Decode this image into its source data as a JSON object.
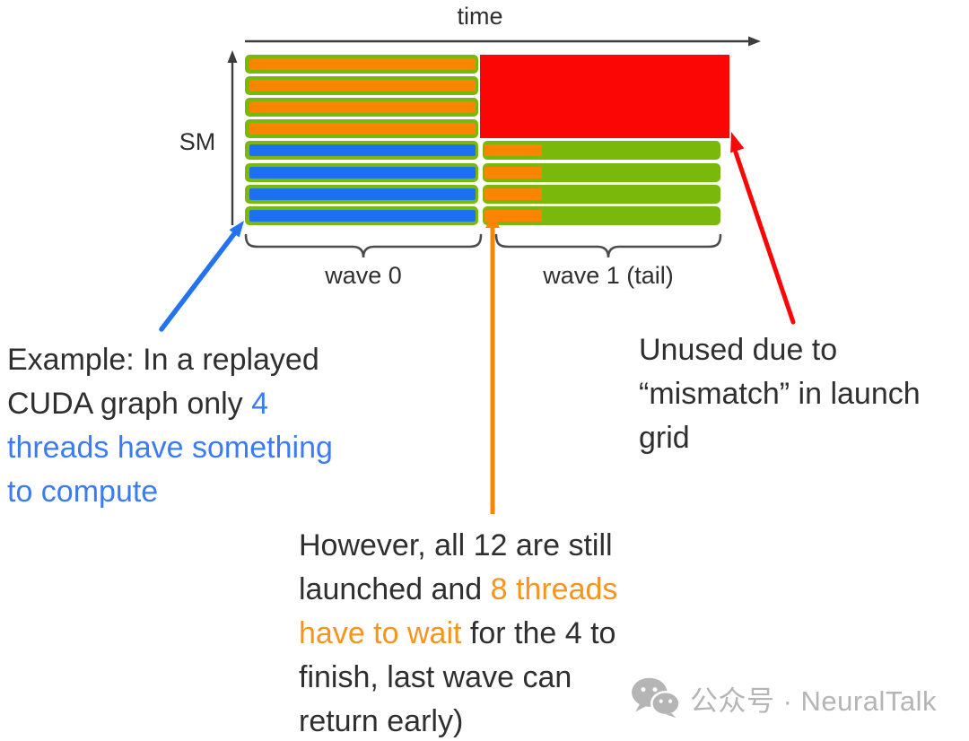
{
  "diagram": {
    "time_axis_label": "time",
    "sm_axis_label": "SM",
    "wave0_label": "wave 0",
    "wave1_label": "wave 1 (tail)",
    "colors": {
      "green": "#7ab90c",
      "orange": "#f98502",
      "blue": "#1d71f0",
      "red": "#fb0505",
      "arrow_blue": "#2373f0",
      "text_dark": "#2f2f2f",
      "text_blue": "#3b7cf2",
      "text_orange": "#f7941d",
      "axis": "#3d3d3d",
      "brace": "#4b4b4b",
      "watermark": "#b5b5b5"
    },
    "sm_rows": [
      {
        "row": 1,
        "wave0_inner": "orange",
        "wave1_tail": false
      },
      {
        "row": 2,
        "wave0_inner": "orange",
        "wave1_tail": false
      },
      {
        "row": 3,
        "wave0_inner": "orange",
        "wave1_tail": false
      },
      {
        "row": 4,
        "wave0_inner": "orange",
        "wave1_tail": false
      },
      {
        "row": 5,
        "wave0_inner": "blue",
        "wave1_tail": true
      },
      {
        "row": 6,
        "wave0_inner": "blue",
        "wave1_tail": true
      },
      {
        "row": 7,
        "wave0_inner": "blue",
        "wave1_tail": true
      },
      {
        "row": 8,
        "wave0_inner": "blue",
        "wave1_tail": true
      }
    ]
  },
  "notes": {
    "example": {
      "lines": [
        [
          {
            "t": "Example: In a replayed",
            "c": "dark"
          }
        ],
        [
          {
            "t": "CUDA graph only ",
            "c": "dark"
          },
          {
            "t": "4",
            "c": "blue"
          }
        ],
        [
          {
            "t": "threads have something",
            "c": "blue"
          }
        ],
        [
          {
            "t": "to compute",
            "c": "blue"
          }
        ]
      ]
    },
    "however": {
      "lines": [
        [
          {
            "t": "However, all 12 are still",
            "c": "dark"
          }
        ],
        [
          {
            "t": "launched and ",
            "c": "dark"
          },
          {
            "t": "8 threads",
            "c": "orange"
          }
        ],
        [
          {
            "t": "have to wait",
            "c": "orange"
          },
          {
            "t": " for the 4 to",
            "c": "dark"
          }
        ],
        [
          {
            "t": "finish, last wave can",
            "c": "dark"
          }
        ],
        [
          {
            "t": "return early)",
            "c": "dark"
          }
        ]
      ]
    },
    "unused": {
      "lines": [
        [
          {
            "t": "Unused due to",
            "c": "dark"
          }
        ],
        [
          {
            "t": "“mismatch” in launch",
            "c": "dark"
          }
        ],
        [
          {
            "t": "grid",
            "c": "dark"
          }
        ]
      ]
    }
  },
  "watermark": {
    "icon": "wechat-icon",
    "text": "公众号 · NeuralTalk"
  }
}
